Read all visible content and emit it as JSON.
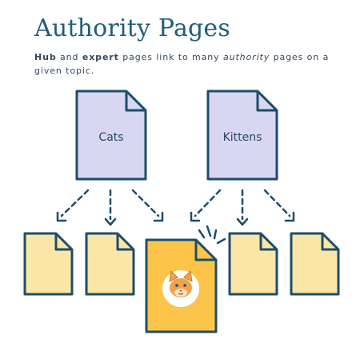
{
  "title": "Authority Pages",
  "subtitle": {
    "hub": "Hub",
    "and": " and ",
    "expert": "expert",
    "mid": " pages link to many ",
    "authority": "authority",
    "end": " pages on a given topic."
  },
  "hub_pages": [
    {
      "label": "Cats"
    },
    {
      "label": "Kittens"
    }
  ],
  "colors": {
    "title": "#1f5e7c",
    "stroke": "#1d4d6b",
    "hub_fill": "#d8d6f0",
    "page_fill": "#fbe5a7",
    "authority_fill": "#fcc54a",
    "cat_face": "#f0a34d"
  },
  "authority_icon": "cat-face-icon"
}
